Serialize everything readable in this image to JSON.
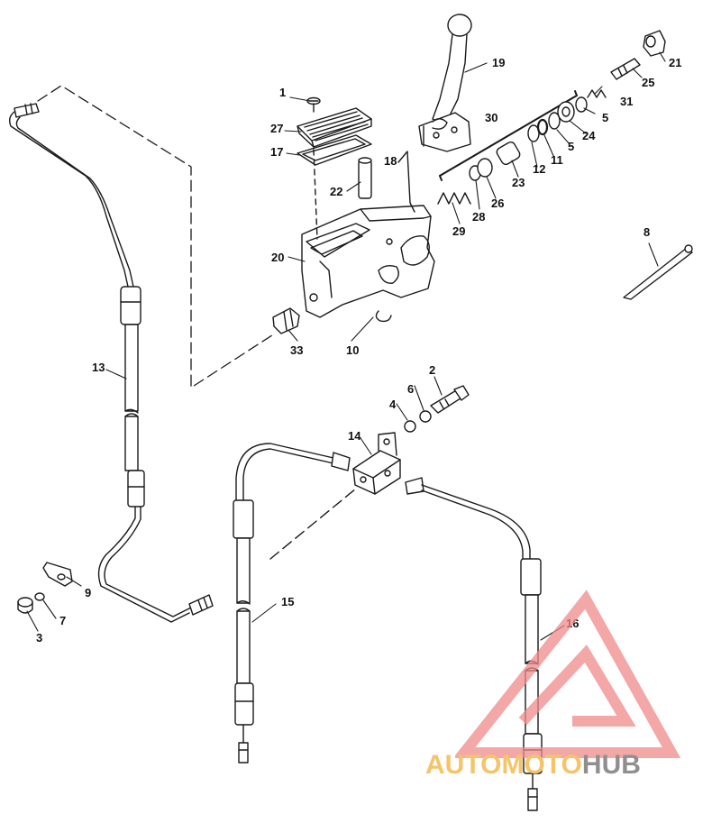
{
  "callouts": {
    "c1": "1",
    "c2": "2",
    "c3": "3",
    "c4": "4",
    "c5a": "5",
    "c5b": "5",
    "c6": "6",
    "c7": "7",
    "c8": "8",
    "c9": "9",
    "c10": "10",
    "c11": "11",
    "c12": "12",
    "c13": "13",
    "c14": "14",
    "c15": "15",
    "c16": "16",
    "c17": "17",
    "c18": "18",
    "c19": "19",
    "c20": "20",
    "c21": "21",
    "c22": "22",
    "c23": "23",
    "c24": "24",
    "c25": "25",
    "c26": "26",
    "c27": "27",
    "c28": "28",
    "c29": "29",
    "c30": "30",
    "c31": "31",
    "c33": "33"
  },
  "watermark": {
    "part1": "AUTO",
    "part2": "MOTO",
    "part3": "HUB",
    "colors": {
      "auto": "#f5c469",
      "moto": "#f5c469",
      "hub": "#8f8f8f",
      "logo": "#f08a8a"
    }
  },
  "colors": {
    "ink": "#1a1a1a",
    "paper": "#ffffff"
  }
}
